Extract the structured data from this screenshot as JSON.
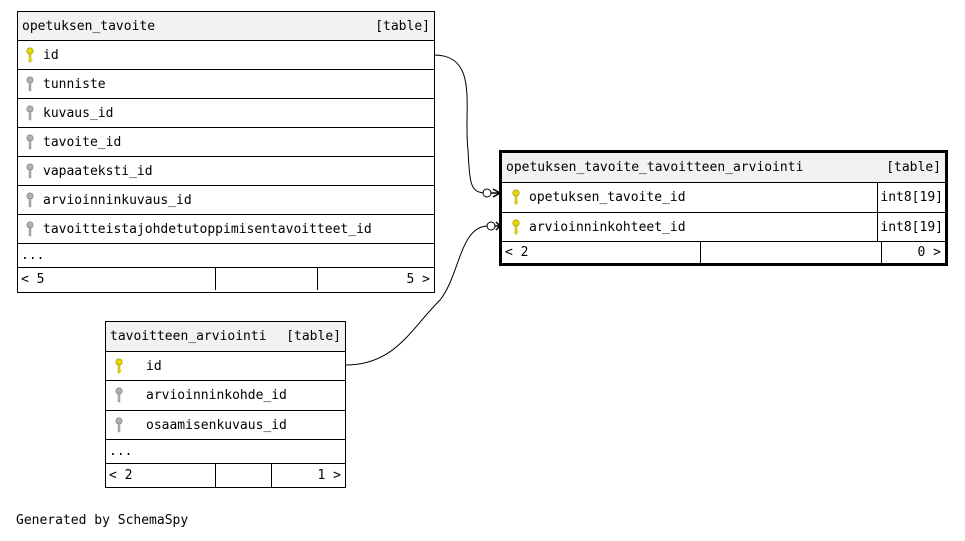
{
  "tables": {
    "opetuksen_tavoite": {
      "name": "opetuksen_tavoite",
      "kind": "[table]",
      "columns": [
        {
          "name": "id",
          "key": "primary"
        },
        {
          "name": "tunniste",
          "key": "other"
        },
        {
          "name": "kuvaus_id",
          "key": "other"
        },
        {
          "name": "tavoite_id",
          "key": "other"
        },
        {
          "name": "vapaateksti_id",
          "key": "other"
        },
        {
          "name": "arvioinninkuvaus_id",
          "key": "other"
        },
        {
          "name": "tavoitteistajohdetutoppimisentavoitteet_id",
          "key": "other"
        }
      ],
      "ellipsis": "...",
      "parents": "< 5",
      "children": "5 >"
    },
    "join_table": {
      "name": "opetuksen_tavoite_tavoitteen_arviointi",
      "kind": "[table]",
      "columns": [
        {
          "name": "opetuksen_tavoite_id",
          "key": "primary",
          "type": "int8[19]"
        },
        {
          "name": "arvioinninkohteet_id",
          "key": "primary",
          "type": "int8[19]"
        }
      ],
      "parents": "< 2",
      "children": "0 >"
    },
    "tavoitteen_arviointi": {
      "name": "tavoitteen_arviointi",
      "kind": "[table]",
      "columns": [
        {
          "name": "id",
          "key": "primary"
        },
        {
          "name": "arvioinninkohde_id",
          "key": "other"
        },
        {
          "name": "osaamisenkuvaus_id",
          "key": "other"
        }
      ],
      "ellipsis": "...",
      "parents": "< 2",
      "children": "1 >"
    }
  },
  "footer": "Generated by SchemaSpy",
  "colors": {
    "primary_key": "#e6d800",
    "other_key": "#9a9a9a",
    "header_bg": "#f2f2f2"
  }
}
